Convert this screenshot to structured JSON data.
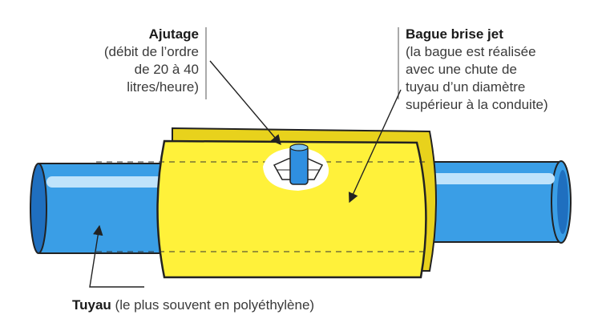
{
  "labels": {
    "ajutage": {
      "title": "Ajutage",
      "lines": [
        "(débit de l’ordre",
        "de 20 à 40",
        "litres/heure)"
      ]
    },
    "bague": {
      "title": "Bague brise jet",
      "lines": [
        "(la bague est réalisée",
        "avec une chute de",
        "tuyau d’un diamètre",
        "supérieur à la conduite)"
      ]
    },
    "tuyau": {
      "title": "Tuyau",
      "note": " (le plus souvent en polyéthylène)"
    }
  },
  "colors": {
    "pipe": "#3a9ee6",
    "pipe_dark": "#1f6fbf",
    "pipe_highlight": "#bfe3fb",
    "sleeve": "#fff13a",
    "sleeve_shadow": "#e8d21c",
    "outline": "#222222",
    "nozzle": "#2f8fe0"
  }
}
